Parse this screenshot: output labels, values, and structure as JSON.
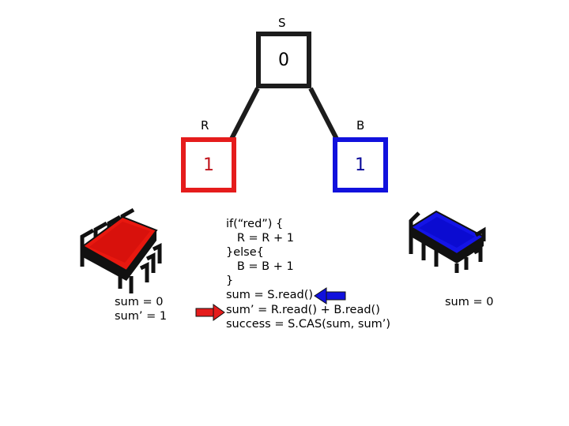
{
  "nodes": {
    "root": {
      "label": "S",
      "value": "0"
    },
    "left": {
      "label": "R",
      "value": "1"
    },
    "right": {
      "label": "B",
      "value": "1"
    }
  },
  "code_lines": [
    "if(“red”) {",
    "   R = R + 1",
    "}else{",
    "   B = B + 1",
    "}",
    "sum = S.read()",
    "sum’ = R.read() + B.read()",
    "success = S.CAS(sum, sum’)"
  ],
  "red_processor": {
    "sum": "sum = 0",
    "sum_prime": "sum’ = 1",
    "color": "#e51c1c"
  },
  "blue_processor": {
    "sum": "sum = 0",
    "color": "#1111dd"
  },
  "arrows": {
    "red": {
      "points_to_line": "sum’ = R.read() + B.read()",
      "color": "#e51c1c"
    },
    "blue": {
      "points_to_line": "sum = S.read()",
      "color": "#1111dd"
    }
  }
}
